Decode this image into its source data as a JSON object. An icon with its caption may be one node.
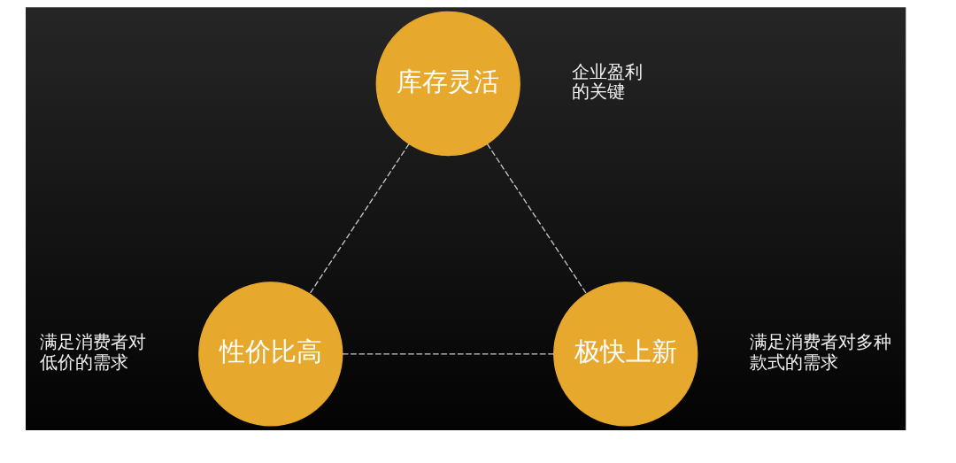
{
  "diagram": {
    "nodes": [
      {
        "text": [
          "库存灵活"
        ],
        "beside": [
          "企业盈利的关键"
        ]
      },
      {
        "text": [
          "性价比高"
        ],
        "beside": [
          "满足消费者对低价的需求"
        ]
      },
      {
        "text": [
          "极快上新"
        ],
        "beside": [
          "满足消费者对多种款式的需求"
        ]
      }
    ],
    "edges": [
      {
        "from": 0,
        "to": 1,
        "arrow": "none",
        "style": "dashed"
      },
      {
        "from": 0,
        "to": 2,
        "arrow": "none",
        "style": "dashed"
      },
      {
        "from": 1,
        "to": 2,
        "arrow": "none",
        "style": "dashed"
      }
    ]
  }
}
